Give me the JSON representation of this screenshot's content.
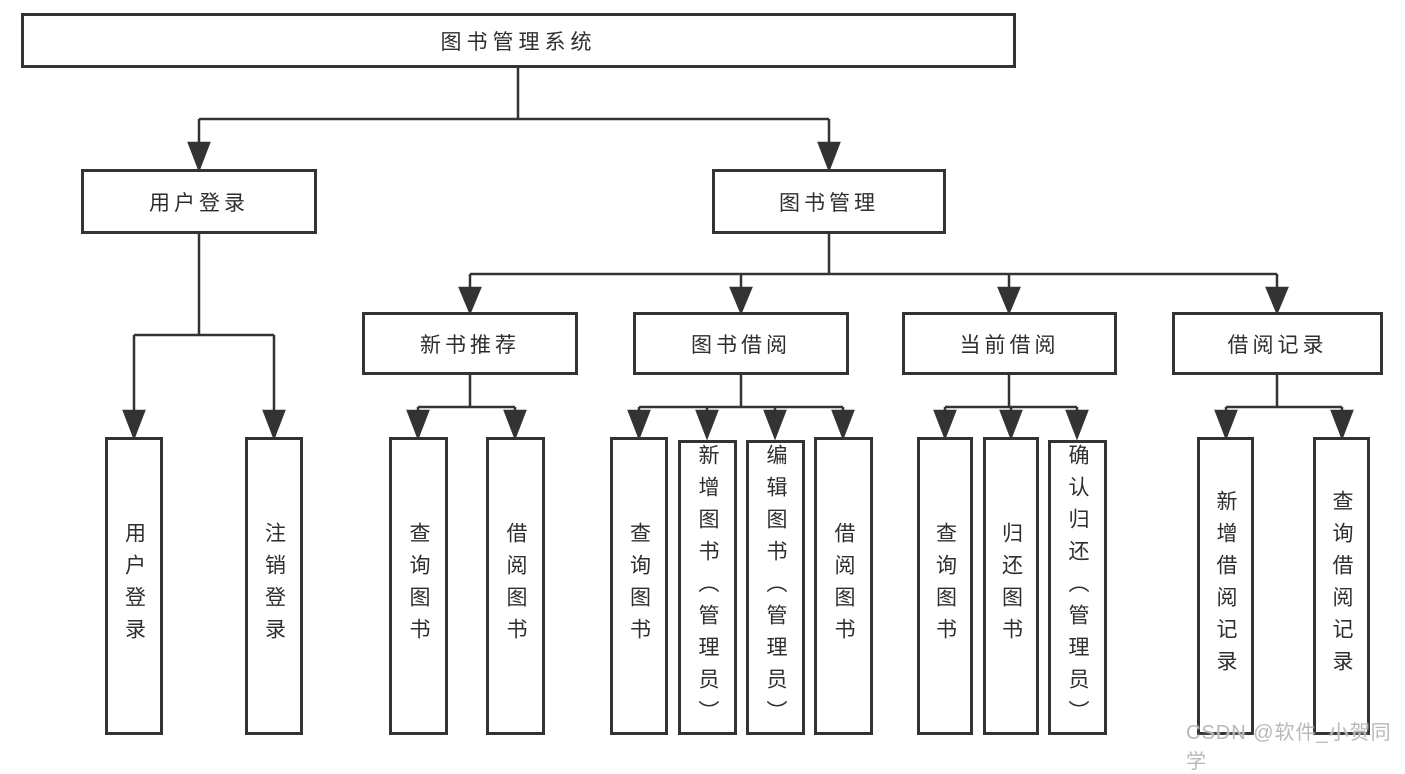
{
  "nodes": {
    "root": "图书管理系统",
    "user_login": "用户登录",
    "book_mgmt": "图书管理",
    "new_books": "新书推荐",
    "book_borrow": "图书借阅",
    "current_borrow": "当前借阅",
    "borrow_records": "借阅记录"
  },
  "leaves": {
    "user_login": [
      "用户登录",
      "注销登录"
    ],
    "new_books": [
      "查询图书",
      "借阅图书"
    ],
    "book_borrow": [
      "查询图书",
      "新增图书（管理员）",
      "编辑图书（管理员）",
      "借阅图书"
    ],
    "current_borrow": [
      "查询图书",
      "归还图书",
      "确认归还（管理员）"
    ],
    "borrow_records": [
      "新增借阅记录",
      "查询借阅记录"
    ]
  },
  "watermark": "CSDN @软件_小贺同学",
  "colors": {
    "line": "#333333",
    "box_border": "#333333",
    "text": "#2e2e2e",
    "watermark": "#b9b9b9",
    "background": "#ffffff"
  }
}
